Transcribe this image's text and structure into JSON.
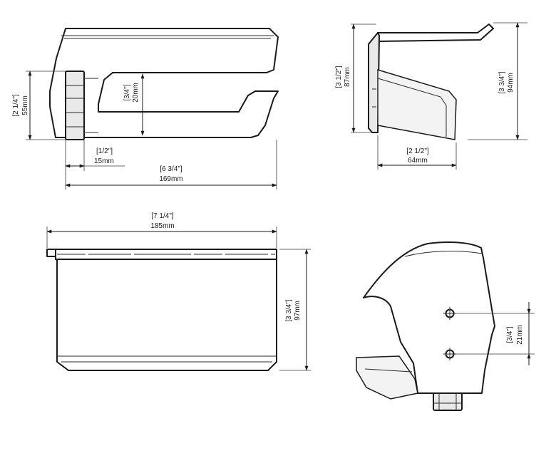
{
  "dimensions": {
    "front_height": {
      "imperial": "[2 1/4\"]",
      "metric": "55mm"
    },
    "front_gap": {
      "imperial": "[3/4\"]",
      "metric": "20mm"
    },
    "front_offset": {
      "imperial": "[1/2\"]",
      "metric": "15mm"
    },
    "front_width": {
      "imperial": "[6 3/4\"]",
      "metric": "169mm"
    },
    "side_height_inner": {
      "imperial": "[3 1/2\"]",
      "metric": "87mm"
    },
    "side_height_outer": {
      "imperial": "[3 3/4\"]",
      "metric": "94mm"
    },
    "side_depth": {
      "imperial": "[2 1/2\"]",
      "metric": "64mm"
    },
    "top_width": {
      "imperial": "[7 1/4\"]",
      "metric": "185mm"
    },
    "top_depth": {
      "imperial": "[3 3/4\"]",
      "metric": "97mm"
    },
    "rear_hole_spacing": {
      "imperial": "[3/4\"]",
      "metric": "21mm"
    }
  },
  "colors": {
    "line": "#1a1a1a",
    "shade": "#e9e9e9",
    "background": "#ffffff"
  }
}
